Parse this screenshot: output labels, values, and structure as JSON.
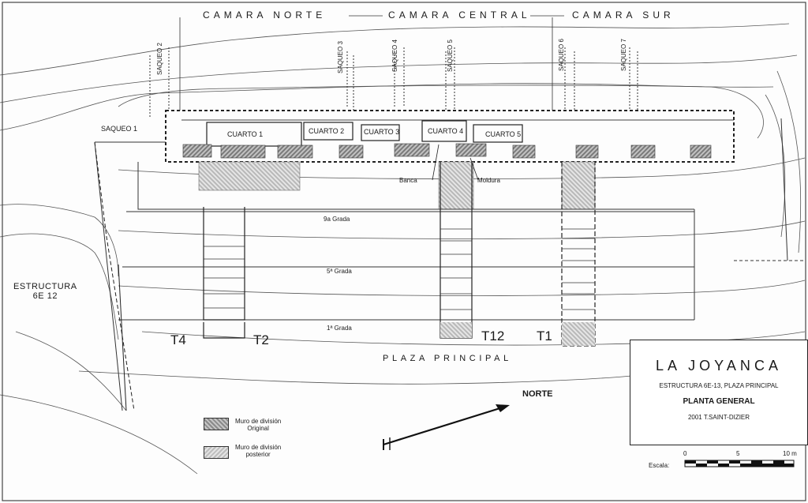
{
  "chambers": {
    "north": "CAMARA NORTE",
    "central": "CAMARA CENTRAL",
    "south": "CAMARA SUR"
  },
  "looting": {
    "s1": "SAQUEO 1",
    "s2": "SAQUEO 2",
    "s3": "SAQUEO 3",
    "s4": "SAQUEO 4",
    "s5": "SAQUEO 5",
    "s6": "SAQUEO 6",
    "s7": "SAQUEO 7"
  },
  "rooms": {
    "r1": "CUARTO 1",
    "r2": "CUARTO 2",
    "r3": "CUARTO 3",
    "r4": "CUARTO 4",
    "r5": "CUARTO 5"
  },
  "features": {
    "bench": "Banca",
    "molding": "Moldura"
  },
  "steps": {
    "s9": "9a Grada",
    "s5": "5ª Grada",
    "s1": "1ª Grada"
  },
  "structure": {
    "line1": "ESTRUCTURA",
    "line2": "6E 12"
  },
  "trenches": {
    "t4": "T4",
    "t2": "T2",
    "t12": "T12",
    "t1": "T1"
  },
  "plaza": "PLAZA PRINCIPAL",
  "north_arrow": "NORTE",
  "legend": {
    "original_l1": "Muro de división",
    "original_l2": "Original",
    "later_l1": "Muro de división",
    "later_l2": "posterior"
  },
  "title_block": {
    "site": "LA JOYANCA",
    "subtitle": "ESTRUCTURA 6E-13, PLAZA PRINCIPAL",
    "plan": "PLANTA GENERAL",
    "credit": "2001 T.SAINT-DIZIER"
  },
  "scale": {
    "label": "Escala:",
    "ticks": [
      "0",
      "5",
      "10 m"
    ]
  }
}
